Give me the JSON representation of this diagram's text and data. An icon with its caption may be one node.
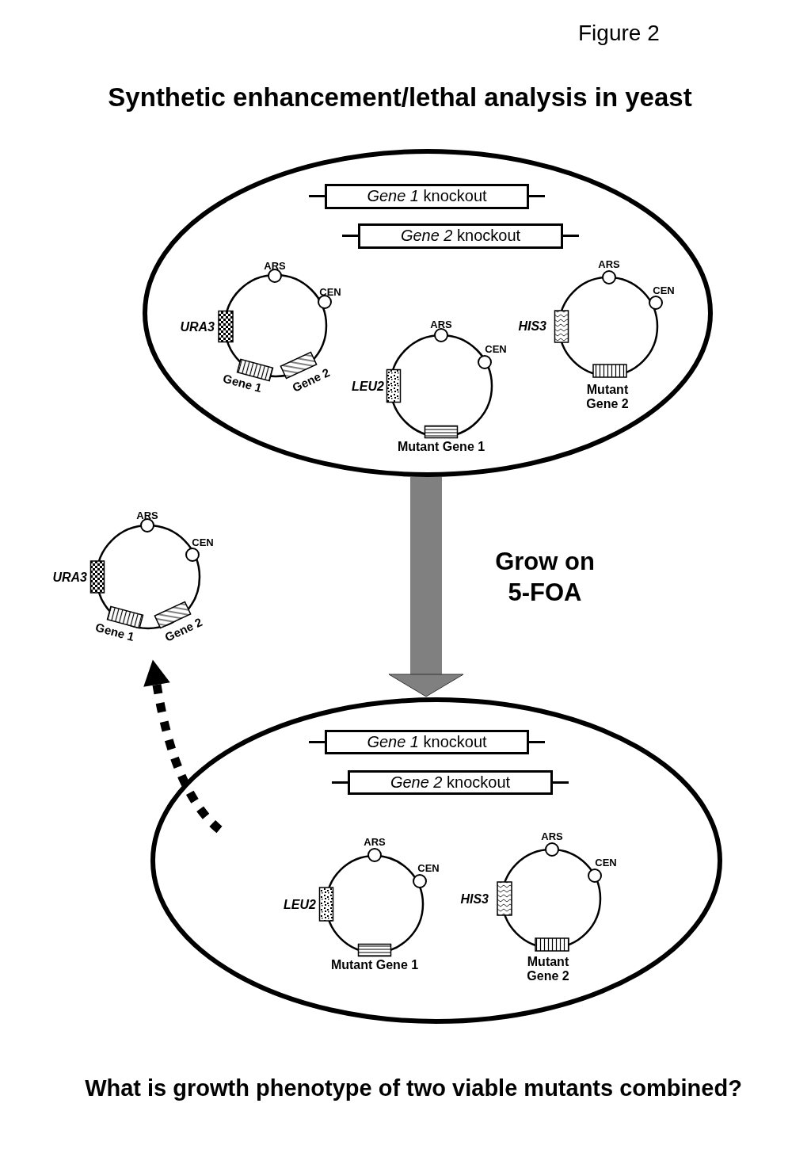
{
  "diagram": {
    "title": "Synthetic enhancement/lethal analysis in yeast",
    "caption": "What is growth phenotype of two viable mutants combined?",
    "nodes": [
      {
        "text": [],
        "shape": "ellipse"
      },
      {
        "text": [
          "*Gene 1* knockout"
        ],
        "in": 0
      },
      {
        "text": [
          "*Gene 2* knockout"
        ],
        "in": 0
      },
      {
        "text": [
          "ARS",
          "CEN",
          "URA3",
          "Gene 1",
          "Gene 2"
        ],
        "in": 0
      },
      {
        "text": [
          "ARS",
          "CEN",
          "LEU2",
          "Mutant Gene 1"
        ],
        "in": 0
      },
      {
        "text": [
          "ARS",
          "CEN",
          "HIS3",
          "Mutant Gene 2"
        ],
        "in": 0
      },
      {
        "text": [
          "ARS",
          "CEN",
          "URA3",
          "Gene 1",
          "Gene 2"
        ]
      },
      {
        "text": [],
        "shape": "ellipse"
      },
      {
        "text": [
          "*Gene 1* knockout"
        ],
        "in": 7
      },
      {
        "text": [
          "*Gene 2* knockout"
        ],
        "in": 7
      },
      {
        "text": [
          "ARS",
          "CEN",
          "LEU2",
          "Mutant Gene 1"
        ],
        "in": 7
      },
      {
        "text": [
          "ARS",
          "CEN",
          "HIS3",
          "Mutant Gene 2"
        ],
        "in": 7
      }
    ],
    "edges": [
      {
        "from": 0,
        "to": 7,
        "arrow": "to",
        "label": "Grow on 5-FOA",
        "style": "thick",
        "color": "#808080"
      },
      {
        "from": 7,
        "to": 6,
        "arrow": "to",
        "style": "dashed",
        "color": "#000000"
      }
    ],
    "labels": [
      "Figure 2"
    ]
  }
}
